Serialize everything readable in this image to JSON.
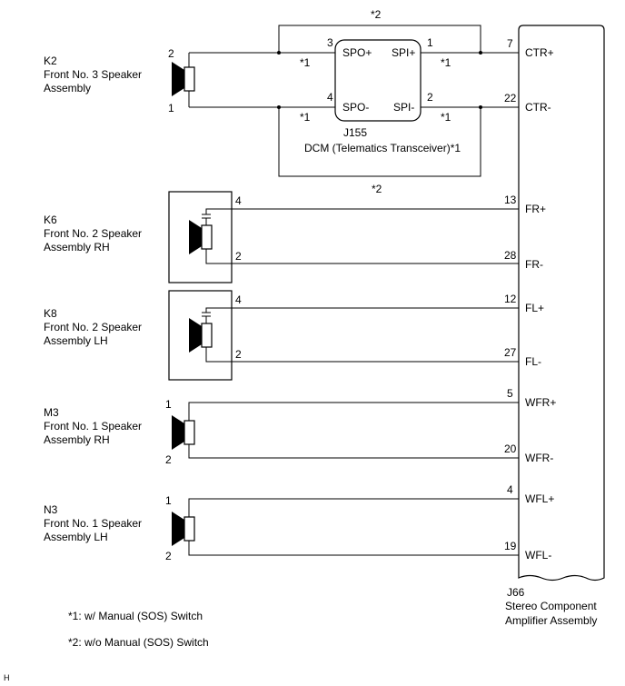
{
  "notes": {
    "star1_mark": "*1",
    "star2_mark": "*2",
    "footnote_1": "*1: w/ Manual (SOS) Switch",
    "footnote_2": "*2: w/o Manual (SOS) Switch"
  },
  "corner_mark": "H",
  "dcm": {
    "code": "J155",
    "name": "DCM (Telematics Transceiver)*1",
    "pins": {
      "spo_plus": "SPO+",
      "spo_minus": "SPO-",
      "spi_plus": "SPI+",
      "spi_minus": "SPI-",
      "spo_plus_no": "3",
      "spo_minus_no": "4",
      "spi_plus_no": "1",
      "spi_minus_no": "2"
    }
  },
  "amplifier": {
    "code": "J66",
    "name_line1": "Stereo Component",
    "name_line2": "Amplifier Assembly",
    "terminals": [
      {
        "pin": "7",
        "label": "CTR+"
      },
      {
        "pin": "22",
        "label": "CTR-"
      },
      {
        "pin": "13",
        "label": "FR+"
      },
      {
        "pin": "28",
        "label": "FR-"
      },
      {
        "pin": "12",
        "label": "FL+"
      },
      {
        "pin": "27",
        "label": "FL-"
      },
      {
        "pin": "5",
        "label": "WFR+"
      },
      {
        "pin": "20",
        "label": "WFR-"
      },
      {
        "pin": "4",
        "label": "WFL+"
      },
      {
        "pin": "19",
        "label": "WFL-"
      }
    ]
  },
  "speakers": [
    {
      "code": "K2",
      "line1": "Front No. 3 Speaker",
      "line2": "Assembly",
      "pin_top": "2",
      "pin_bottom": "1"
    },
    {
      "code": "K6",
      "line1": "Front No. 2 Speaker",
      "line2": "Assembly RH",
      "pin_top": "4",
      "pin_bottom": "2"
    },
    {
      "code": "K8",
      "line1": "Front No. 2 Speaker",
      "line2": "Assembly LH",
      "pin_top": "4",
      "pin_bottom": "2"
    },
    {
      "code": "M3",
      "line1": "Front No. 1 Speaker",
      "line2": "Assembly RH",
      "pin_top": "1",
      "pin_bottom": "2"
    },
    {
      "code": "N3",
      "line1": "Front No. 1 Speaker",
      "line2": "Assembly LH",
      "pin_top": "1",
      "pin_bottom": "2"
    }
  ]
}
